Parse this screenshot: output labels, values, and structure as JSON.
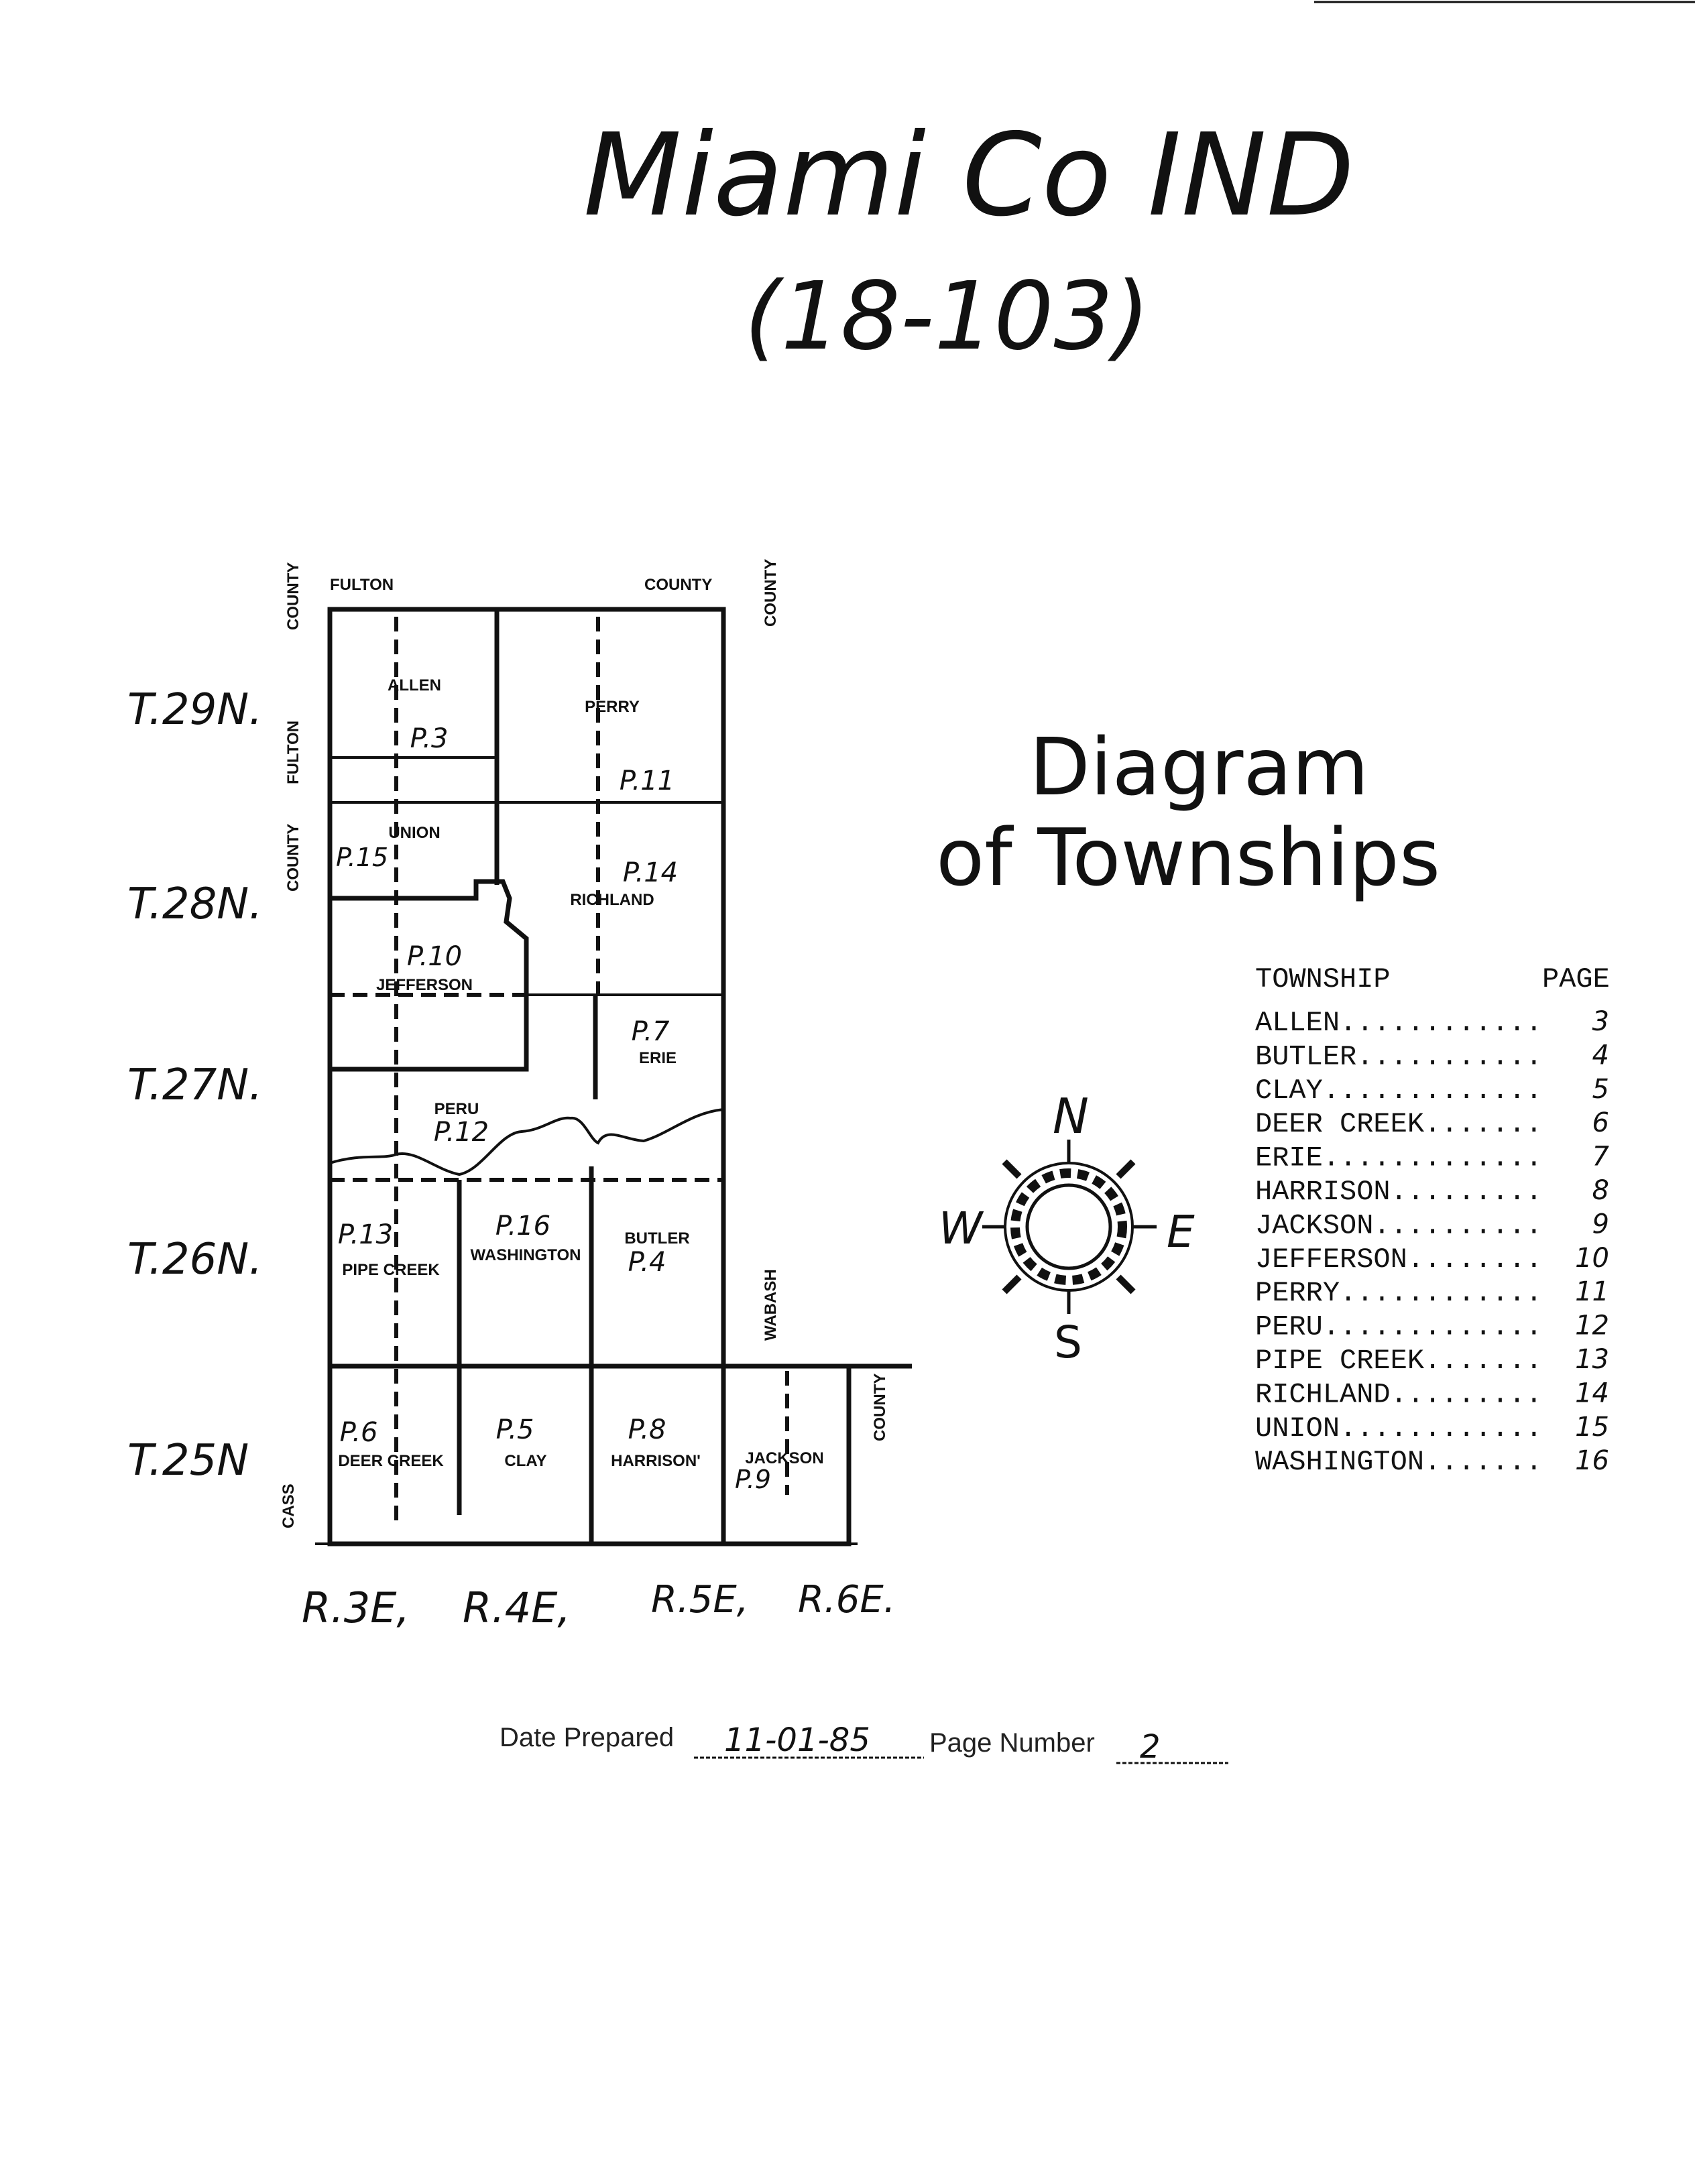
{
  "header": {
    "title": "Miami Co IND",
    "code": "(18-103)"
  },
  "diagram_title": {
    "line1": "Diagram",
    "line2": "of Townships"
  },
  "map": {
    "border_labels": {
      "top_left": "FULTON",
      "top_right": "COUNTY",
      "left_county_1": "COUNTY",
      "left_fulton": "FULTON",
      "left_county_2": "COUNTY",
      "left_cass": "CASS",
      "right_county_top": "COUNTY",
      "right_wabash": "WABASH",
      "right_county_bottom": "COUNTY"
    },
    "tiers": [
      "T.29N.",
      "T.28N.",
      "T.27N.",
      "T.26N.",
      "T.25N"
    ],
    "ranges": [
      "R.3E,",
      "R.4E,",
      "R.5E,",
      "R.6E."
    ],
    "townships": {
      "allen": {
        "name": "ALLEN",
        "page": "P.3"
      },
      "perry": {
        "name": "PERRY",
        "page": "P.11"
      },
      "union": {
        "name": "UNION",
        "page": "P.15"
      },
      "richland": {
        "name": "RICHLAND",
        "page": "P.14"
      },
      "jefferson": {
        "name": "JEFFERSON",
        "page": "P.10"
      },
      "erie": {
        "name": "ERIE",
        "page": "P.7"
      },
      "peru": {
        "name": "PERU",
        "page": "P.12"
      },
      "pipe_creek": {
        "name": "PIPE CREEK",
        "page": "P.13"
      },
      "washington": {
        "name": "WASHINGTON",
        "page": "P.16"
      },
      "butler": {
        "name": "BUTLER",
        "page": "P.4"
      },
      "deer_creek": {
        "name": "DEER CREEK",
        "page": "P.6"
      },
      "clay": {
        "name": "CLAY",
        "page": "P.5"
      },
      "harrison": {
        "name": "HARRISON'",
        "page": "P.8"
      },
      "jackson": {
        "name": "JACKSON",
        "page": "P.9"
      }
    }
  },
  "compass": {
    "n": "N",
    "s": "S",
    "e": "E",
    "w": "W"
  },
  "index": {
    "header_township": "TOWNSHIP",
    "header_page": "PAGE",
    "rows": [
      {
        "label": "ALLEN............",
        "page": "3"
      },
      {
        "label": "BUTLER...........",
        "page": "4"
      },
      {
        "label": "CLAY.............",
        "page": "5"
      },
      {
        "label": "DEER CREEK.......",
        "page": "6"
      },
      {
        "label": "ERIE.............",
        "page": "7"
      },
      {
        "label": "HARRISON.........",
        "page": "8"
      },
      {
        "label": "JACKSON..........",
        "page": "9"
      },
      {
        "label": "JEFFERSON........",
        "page": "10"
      },
      {
        "label": "PERRY............",
        "page": "11"
      },
      {
        "label": "PERU.............",
        "page": "12"
      },
      {
        "label": "PIPE CREEK.......",
        "page": "13"
      },
      {
        "label": "RICHLAND.........",
        "page": "14"
      },
      {
        "label": "UNION............",
        "page": "15"
      },
      {
        "label": "WASHINGTON.......",
        "page": "16"
      }
    ]
  },
  "footer": {
    "date_label": "Date Prepared",
    "date_value": "11-01-85",
    "page_label": "Page Number",
    "page_value": "2"
  }
}
